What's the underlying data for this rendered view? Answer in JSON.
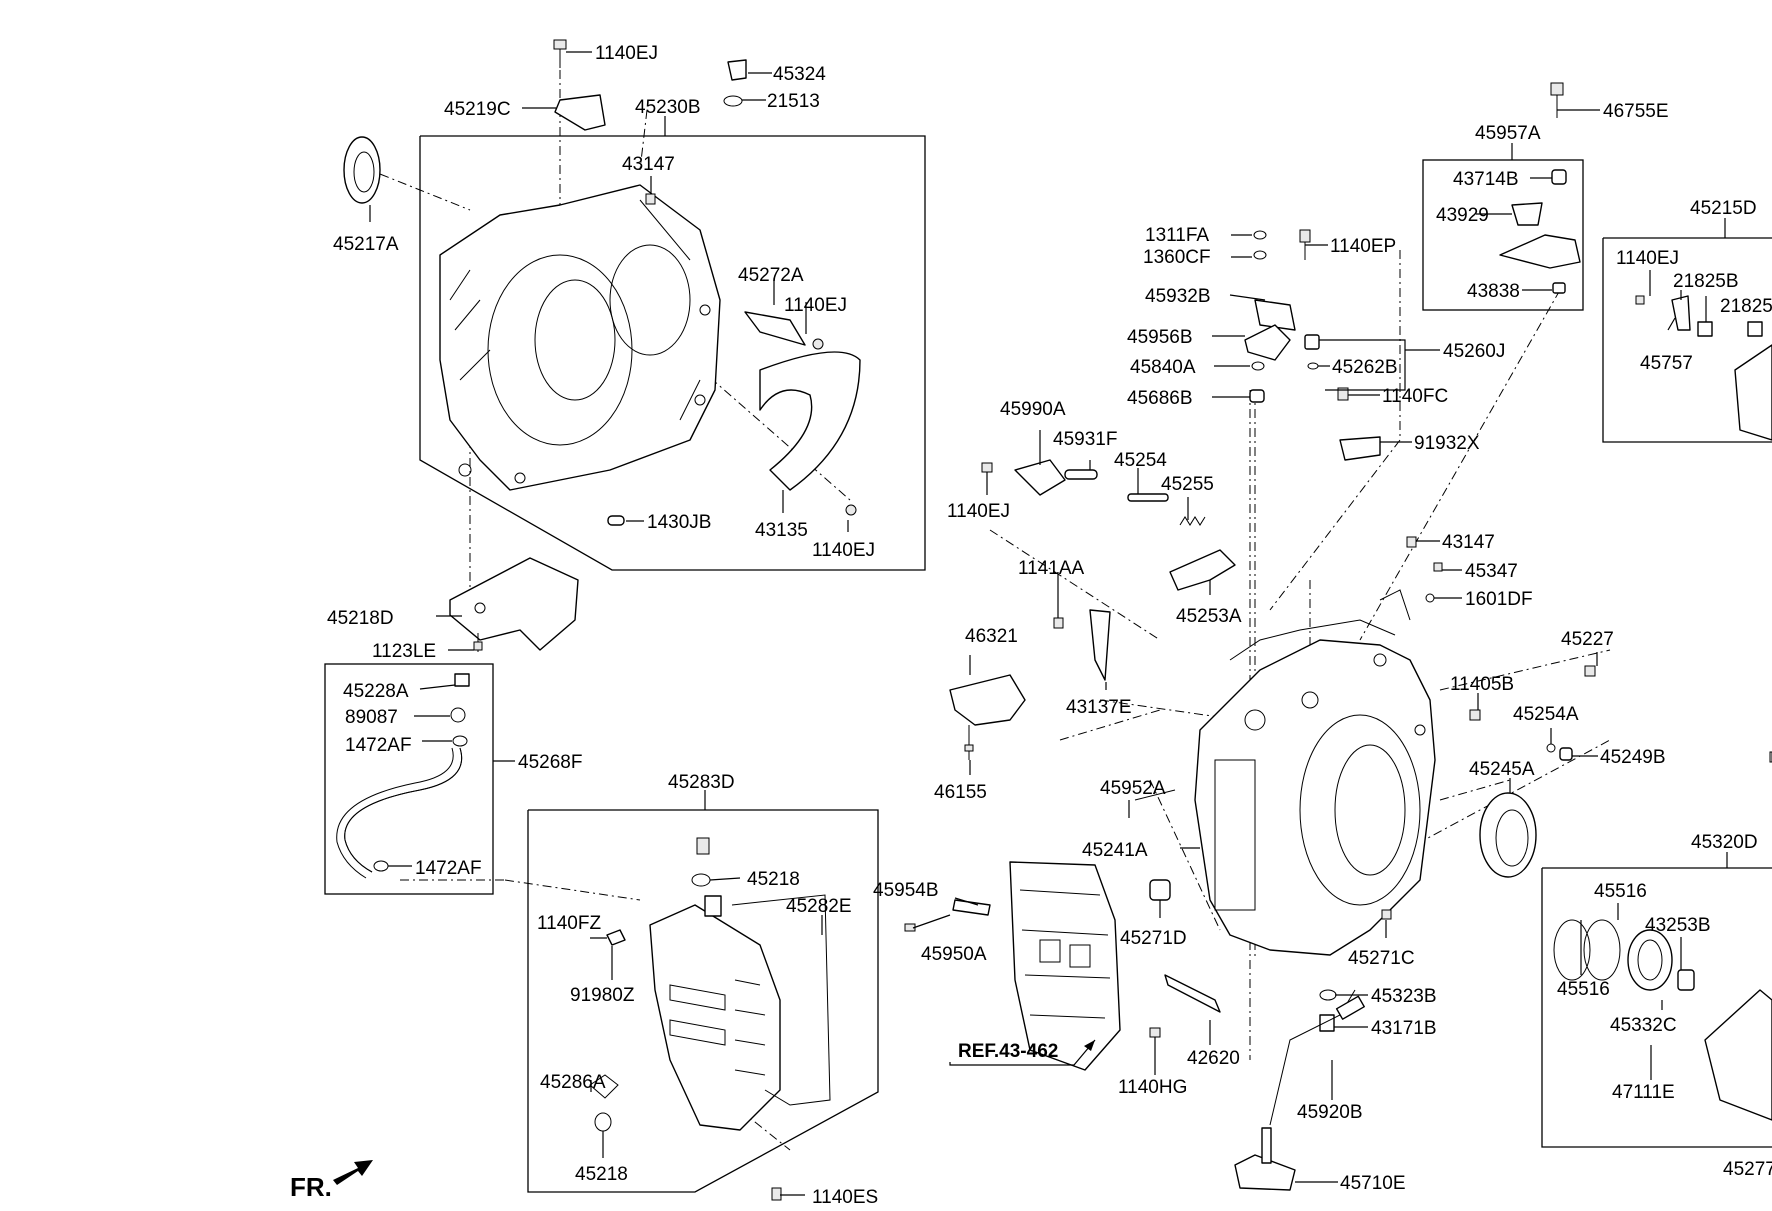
{
  "diagram": {
    "direction_label": "FR.",
    "labels": [
      "1140EJ",
      "45324",
      "21513",
      "45219C",
      "45230B",
      "43147",
      "45217A",
      "45272A",
      "1140EJ",
      "43135",
      "1140EJ",
      "1430JB",
      "45218D",
      "1123LE",
      "45228A",
      "89087",
      "1472AF",
      "45268F",
      "1472AF",
      "45283D",
      "45218",
      "45282E",
      "1140FZ",
      "91980Z",
      "45286A",
      "45218",
      "1140ES",
      "45957A",
      "46755E",
      "43714B",
      "43929",
      "43838",
      "45215D",
      "1140EJ",
      "21825B",
      "21825",
      "45757",
      "1311FA",
      "1360CF",
      "1140EP",
      "45932B",
      "45956B",
      "45840A",
      "45262B",
      "45260J",
      "45686B",
      "1140FC",
      "91932X",
      "45990A",
      "45931F",
      "45254",
      "45255",
      "1140EJ",
      "45253A",
      "43147",
      "45347",
      "1601DF",
      "1141AA",
      "46321",
      "43137E",
      "46155",
      "45227",
      "11405B",
      "45254A",
      "45249B",
      "45245A",
      "45952A",
      "45241A",
      "45954B",
      "45950A",
      "45271D",
      "45271C",
      "45320D",
      "45516",
      "43253B",
      "45516",
      "45332C",
      "47111E",
      "45323B",
      "43171B",
      "42620",
      "1140HG",
      "45920B",
      "45710E",
      "45277"
    ],
    "reference": "REF.43-462"
  }
}
